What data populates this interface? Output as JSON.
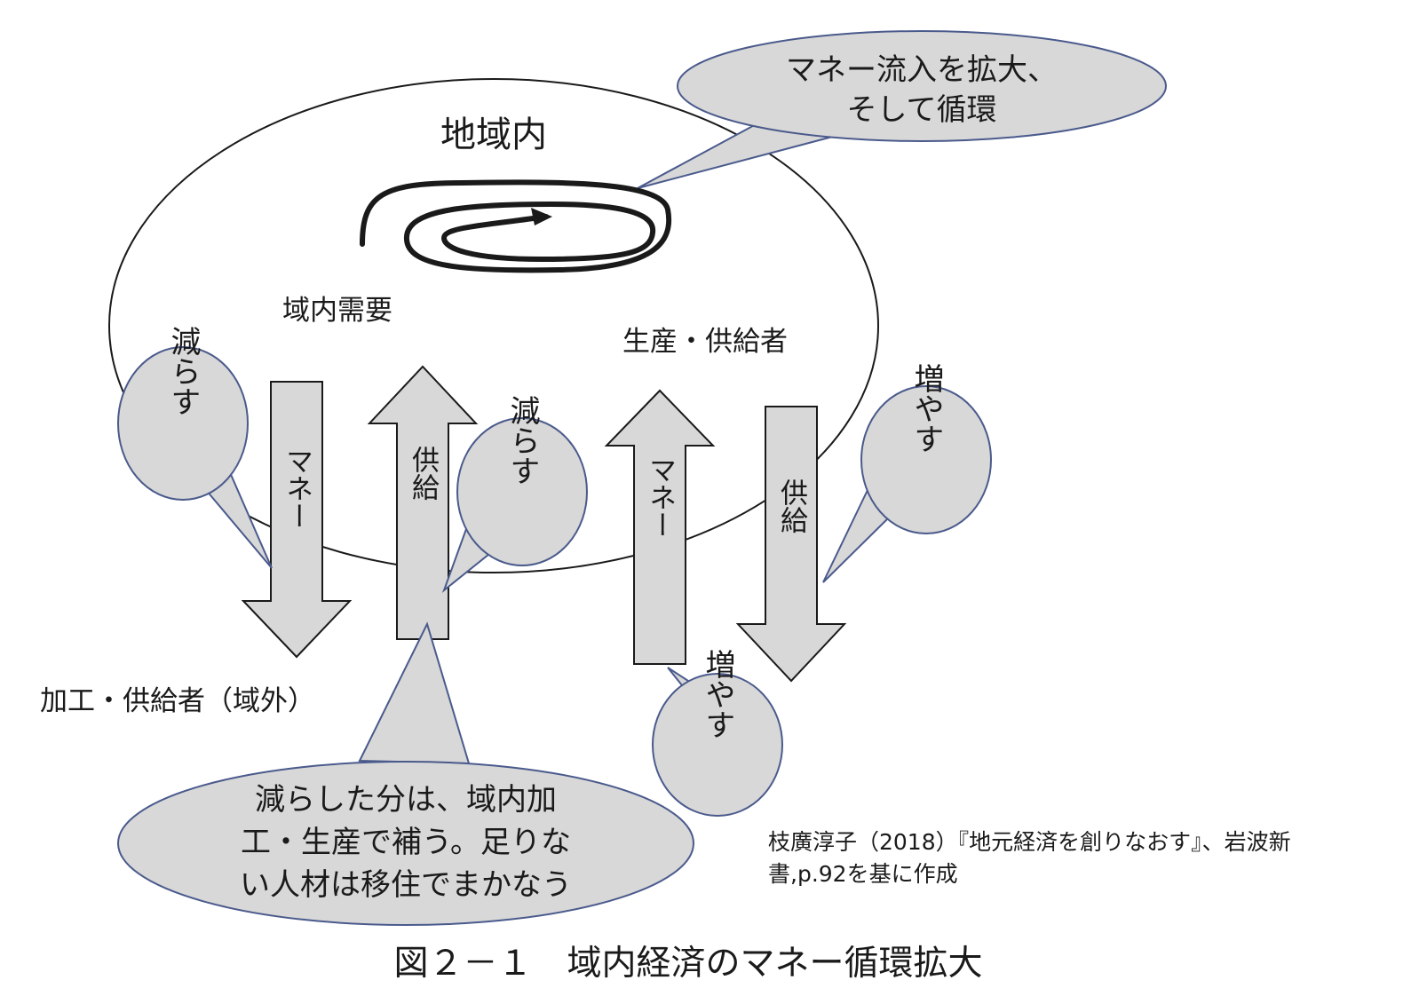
{
  "region_label": "地域内",
  "bubble_top": [
    "マネー流入を拡大、",
    "そして循環"
  ],
  "demand_label": "域内需要",
  "producer_label": "生産・供給者",
  "outside_label": "加工・供給者（域外）",
  "arrows": {
    "money_out": "マネー",
    "supply_in": "供給",
    "money_in": "マネー",
    "supply_out": "供給"
  },
  "bubbles": {
    "reduce_1": "減らす",
    "reduce_2": "減らす",
    "increase_1": "増やす",
    "increase_2": "増やす"
  },
  "bubble_bottom": [
    "減らした分は、域内加",
    "工・生産で補う。足りな",
    "い人材は移住でまかなう"
  ],
  "source_note": [
    "枝廣淳子（2018）『地元経済を創りなおす』、岩波新",
    "書,p.92を基に作成"
  ],
  "caption": "図２－１　域内経済のマネー循環拡大",
  "colors": {
    "fill_gray": "#d8d8d8",
    "bubble_stroke": "#4a5a8c",
    "line": "#1a1a1a"
  }
}
